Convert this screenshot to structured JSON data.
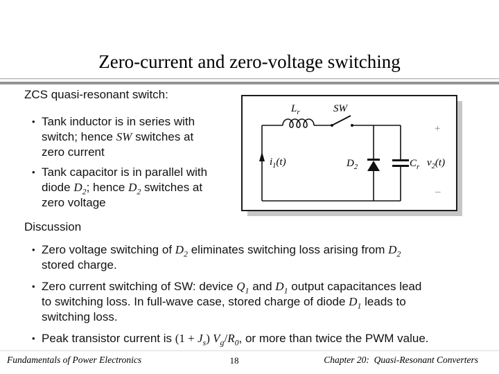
{
  "slide_title": "Zero-current and zero-voltage switching",
  "bullet_char": "•",
  "left_panel": {
    "heading": "ZCS quasi-resonant switch:",
    "bullets": [
      {
        "lines": [
          [
            {
              "t": "txt",
              "s": "Tank inductor is in series with"
            }
          ],
          [
            {
              "t": "txt",
              "s": "switch; hence "
            },
            {
              "t": "var",
              "s": "SW"
            },
            {
              "t": "txt",
              "s": " switches at"
            }
          ],
          [
            {
              "t": "txt",
              "s": "zero current"
            }
          ]
        ]
      },
      {
        "lines": [
          [
            {
              "t": "txt",
              "s": "Tank capacitor is in parallel with"
            }
          ],
          [
            {
              "t": "txt",
              "s": "diode "
            },
            {
              "t": "var",
              "s": "D"
            },
            {
              "t": "sub",
              "s": "2"
            },
            {
              "t": "txt",
              "s": "; hence "
            },
            {
              "t": "var",
              "s": "D"
            },
            {
              "t": "sub",
              "s": "2"
            },
            {
              "t": "txt",
              "s": " switches at"
            }
          ],
          [
            {
              "t": "txt",
              "s": "zero voltage"
            }
          ]
        ]
      }
    ]
  },
  "discussion": {
    "heading": "Discussion",
    "bullets": [
      {
        "lines": [
          [
            {
              "t": "txt",
              "s": "Zero voltage switching of "
            },
            {
              "t": "var",
              "s": "D"
            },
            {
              "t": "sub",
              "s": "2"
            },
            {
              "t": "txt",
              "s": " eliminates switching loss arising from "
            },
            {
              "t": "var",
              "s": "D"
            },
            {
              "t": "sub",
              "s": "2"
            }
          ],
          [
            {
              "t": "txt",
              "s": "stored charge."
            }
          ]
        ]
      },
      {
        "lines": [
          [
            {
              "t": "txt",
              "s": "Zero current switching of SW: device "
            },
            {
              "t": "var",
              "s": "Q"
            },
            {
              "t": "sub",
              "s": "1"
            },
            {
              "t": "txt",
              "s": " and "
            },
            {
              "t": "var",
              "s": "D"
            },
            {
              "t": "sub",
              "s": "1"
            },
            {
              "t": "txt",
              "s": " output capacitances lead"
            }
          ],
          [
            {
              "t": "txt",
              "s": "to switching loss. In full-wave case, stored charge of diode "
            },
            {
              "t": "var",
              "s": "D"
            },
            {
              "t": "sub",
              "s": "1"
            },
            {
              "t": "txt",
              "s": " leads to"
            }
          ],
          [
            {
              "t": "txt",
              "s": "switching loss."
            }
          ]
        ]
      },
      {
        "lines": [
          [
            {
              "t": "txt",
              "s": "Peak transistor current is "
            },
            {
              "t": "ser",
              "s": "(1 + "
            },
            {
              "t": "var",
              "s": "J"
            },
            {
              "t": "sub",
              "s": "s"
            },
            {
              "t": "ser",
              "s": ") "
            },
            {
              "t": "var",
              "s": "V"
            },
            {
              "t": "sub",
              "s": "g"
            },
            {
              "t": "ser",
              "s": "/"
            },
            {
              "t": "var",
              "s": "R"
            },
            {
              "t": "sub",
              "s": "0"
            },
            {
              "t": "txt",
              "s": ", or more than twice the PWM value."
            }
          ]
        ]
      }
    ]
  },
  "circuit": {
    "labels": {
      "inductor": [
        [
          {
            "t": "var",
            "s": "L"
          },
          {
            "t": "sub",
            "s": "r"
          }
        ]
      ],
      "switch": [
        [
          {
            "t": "var",
            "s": "SW"
          }
        ]
      ],
      "current": [
        [
          {
            "t": "var",
            "s": "i"
          },
          {
            "t": "sub",
            "s": "1"
          },
          {
            "t": "var",
            "s": "(t)"
          }
        ]
      ],
      "diode": [
        [
          {
            "t": "var",
            "s": "D"
          },
          {
            "t": "sub",
            "s": "2"
          }
        ]
      ],
      "capacitor": [
        [
          {
            "t": "var",
            "s": "C"
          },
          {
            "t": "sub",
            "s": "r"
          }
        ]
      ],
      "voltage": [
        [
          {
            "t": "var",
            "s": "v"
          },
          {
            "t": "sub",
            "s": "2"
          },
          {
            "t": "var",
            "s": "(t)"
          }
        ]
      ],
      "plus": "+",
      "minus": "–"
    }
  },
  "footer": {
    "book": "Fundamentals of Power Electronics",
    "page_number": "18",
    "chapter": "Chapter 20:  Quasi-Resonant Converters"
  },
  "colors": {
    "figure_shadow": "#c6c6c6",
    "divider_dark": "#8d8d8d",
    "divider_light": "#fcfcfc",
    "polarity_gray": "#7d7d7d"
  }
}
